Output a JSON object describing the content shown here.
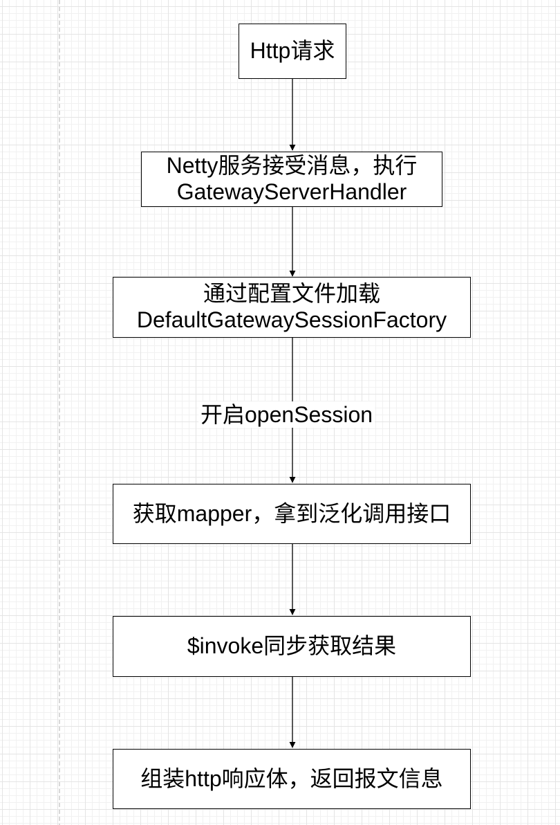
{
  "diagram": {
    "nodes": [
      {
        "id": "http-request",
        "lines": [
          "Http请求"
        ]
      },
      {
        "id": "netty-receive",
        "lines": [
          "Netty服务接受消息，执行",
          "GatewayServerHandler"
        ]
      },
      {
        "id": "load-config",
        "lines": [
          "通过配置文件加载",
          "DefaultGatewaySessionFactory"
        ]
      },
      {
        "id": "get-mapper",
        "lines": [
          "获取mapper，拿到泛化调用接口"
        ]
      },
      {
        "id": "invoke",
        "lines": [
          "$invoke同步获取结果"
        ]
      },
      {
        "id": "build-response",
        "lines": [
          "组装http响应体，返回报文信息"
        ]
      }
    ],
    "edges": [
      {
        "from": "http-request",
        "to": "netty-receive",
        "label": ""
      },
      {
        "from": "netty-receive",
        "to": "load-config",
        "label": ""
      },
      {
        "from": "load-config",
        "to": "get-mapper",
        "label": "开启openSession"
      },
      {
        "from": "get-mapper",
        "to": "invoke",
        "label": ""
      },
      {
        "from": "invoke",
        "to": "build-response",
        "label": ""
      }
    ]
  }
}
